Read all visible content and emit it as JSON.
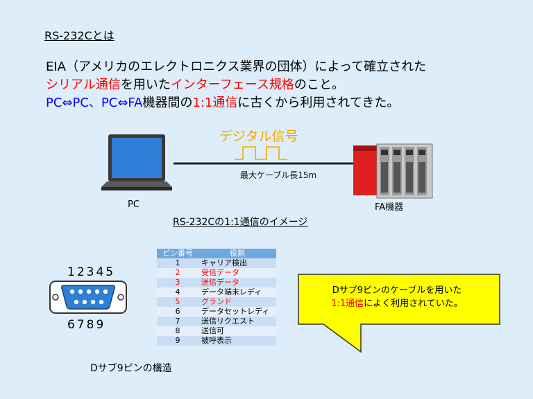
{
  "title": "RS-232Cとは",
  "intro": {
    "line1": "EIA（アメリカのエレクトロニクス業界の団体）によって確立された",
    "line2_red1": "シリアル通信",
    "line2_mid": "を用いた",
    "line2_red2": "インターフェース規格",
    "line2_end": "のこと。",
    "line3_blue": "PC⇔PC、PC⇔FA",
    "line3_mid": "機器間の",
    "line3_red": "1:1通信",
    "line3_end": "に古くから利用されてきた。"
  },
  "diagram": {
    "signal_label": "デジタル信号",
    "cable_label": "最大ケーブル長15m",
    "pc_label": "PC",
    "fa_label": "FA機器",
    "caption": "RS-232Cの1:1通信のイメージ"
  },
  "connector": {
    "top_pins": "12345",
    "bottom_pins": "6789",
    "caption": "Dサブ9ピンの構造"
  },
  "pin_table": {
    "headers": [
      "ピン番号",
      "役割"
    ],
    "rows": [
      {
        "pin": "1",
        "role": "キャリア検出"
      },
      {
        "pin": "2",
        "role": "受信データ"
      },
      {
        "pin": "3",
        "role": "送信データ"
      },
      {
        "pin": "4",
        "role": "データ端末レディ"
      },
      {
        "pin": "5",
        "role": "グランド"
      },
      {
        "pin": "6",
        "role": "データセットレディ"
      },
      {
        "pin": "7",
        "role": "送信リクエスト"
      },
      {
        "pin": "8",
        "role": "送信可"
      },
      {
        "pin": "9",
        "role": "被呼表示"
      }
    ]
  },
  "callout": {
    "line1": "Dサブ9ピンのケーブルを用いた",
    "line2_red": "1:1通信",
    "line2_end": "によく利用されていた。"
  },
  "colors": {
    "background": "#ddeefa",
    "highlight_red": "#ff0000",
    "highlight_blue": "#0000ff",
    "signal": "#f2a500",
    "callout_fill": "#ffff00"
  }
}
